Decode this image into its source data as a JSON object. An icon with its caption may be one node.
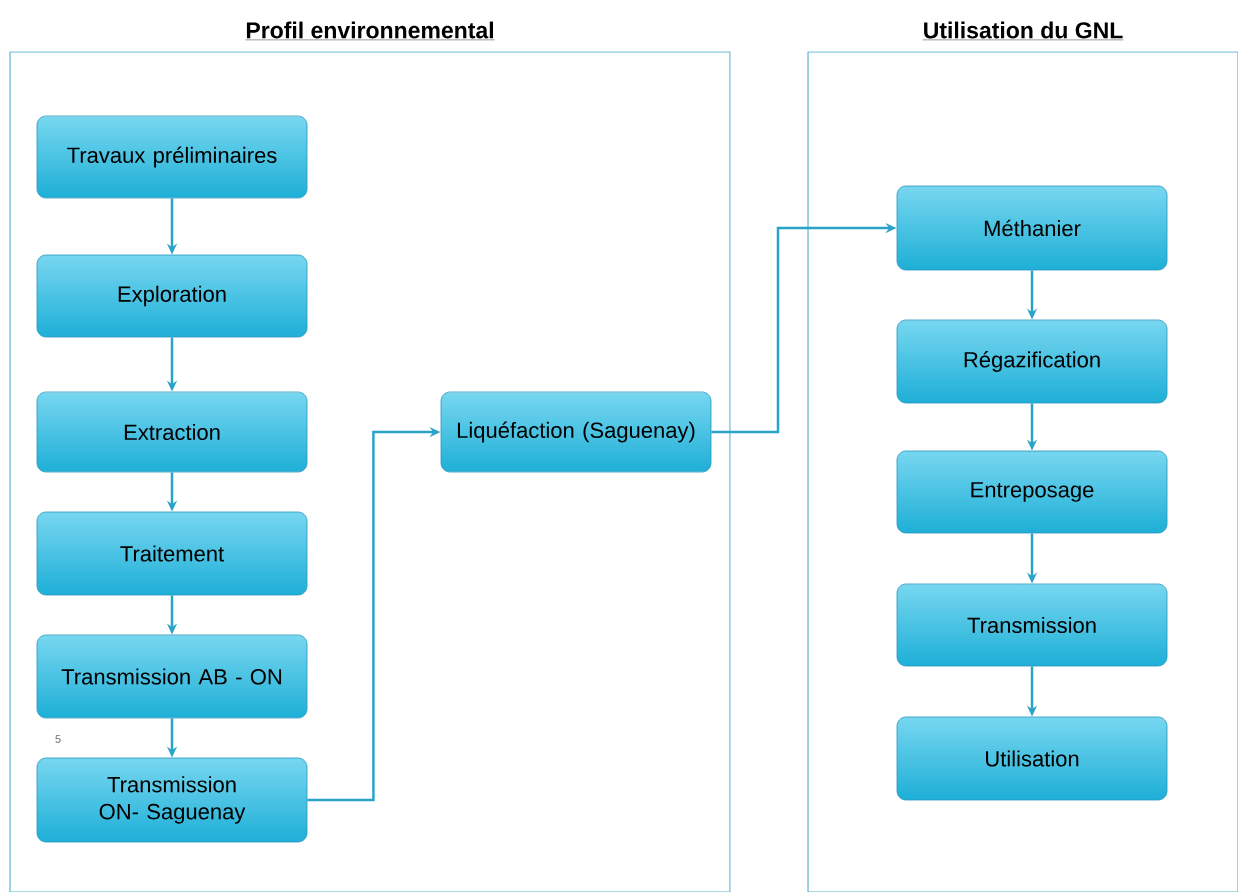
{
  "diagram": {
    "nodes": [
      {
        "text": [
          "Profil environnemental"
        ]
      },
      {
        "text": [
          "Travaux préliminaires"
        ],
        "in": 0
      },
      {
        "text": [
          "Exploration"
        ],
        "in": 0
      },
      {
        "text": [
          "Extraction"
        ],
        "in": 0
      },
      {
        "text": [
          "Traitement"
        ],
        "in": 0
      },
      {
        "text": [
          "Transmission AB - ON"
        ],
        "in": 0
      },
      {
        "text": [
          "Transmission ON- Saguenay"
        ],
        "in": 0
      },
      {
        "text": [
          "Liquéfaction (Saguenay)"
        ],
        "in": 0
      },
      {
        "text": [
          "Utilisation du GNL"
        ]
      },
      {
        "text": [
          "Méthanier"
        ],
        "in": 8
      },
      {
        "text": [
          "Régazification"
        ],
        "in": 8
      },
      {
        "text": [
          "Entreposage"
        ],
        "in": 8
      },
      {
        "text": [
          "Transmission"
        ],
        "in": 8
      },
      {
        "text": [
          "Utilisation"
        ],
        "in": 8
      }
    ],
    "edges": [
      {
        "from": 1,
        "to": 2,
        "arrow": "to"
      },
      {
        "from": 2,
        "to": 3,
        "arrow": "to"
      },
      {
        "from": 3,
        "to": 4,
        "arrow": "to"
      },
      {
        "from": 4,
        "to": 5,
        "arrow": "to"
      },
      {
        "from": 5,
        "to": 6,
        "arrow": "to"
      },
      {
        "from": 6,
        "to": 7,
        "arrow": "to"
      },
      {
        "from": 7,
        "to": 9,
        "arrow": "to"
      },
      {
        "from": 9,
        "to": 10,
        "arrow": "to"
      },
      {
        "from": 10,
        "to": 11,
        "arrow": "to"
      },
      {
        "from": 11,
        "to": 12,
        "arrow": "to"
      },
      {
        "from": 12,
        "to": 13,
        "arrow": "to"
      }
    ],
    "labels": [
      "5"
    ]
  }
}
